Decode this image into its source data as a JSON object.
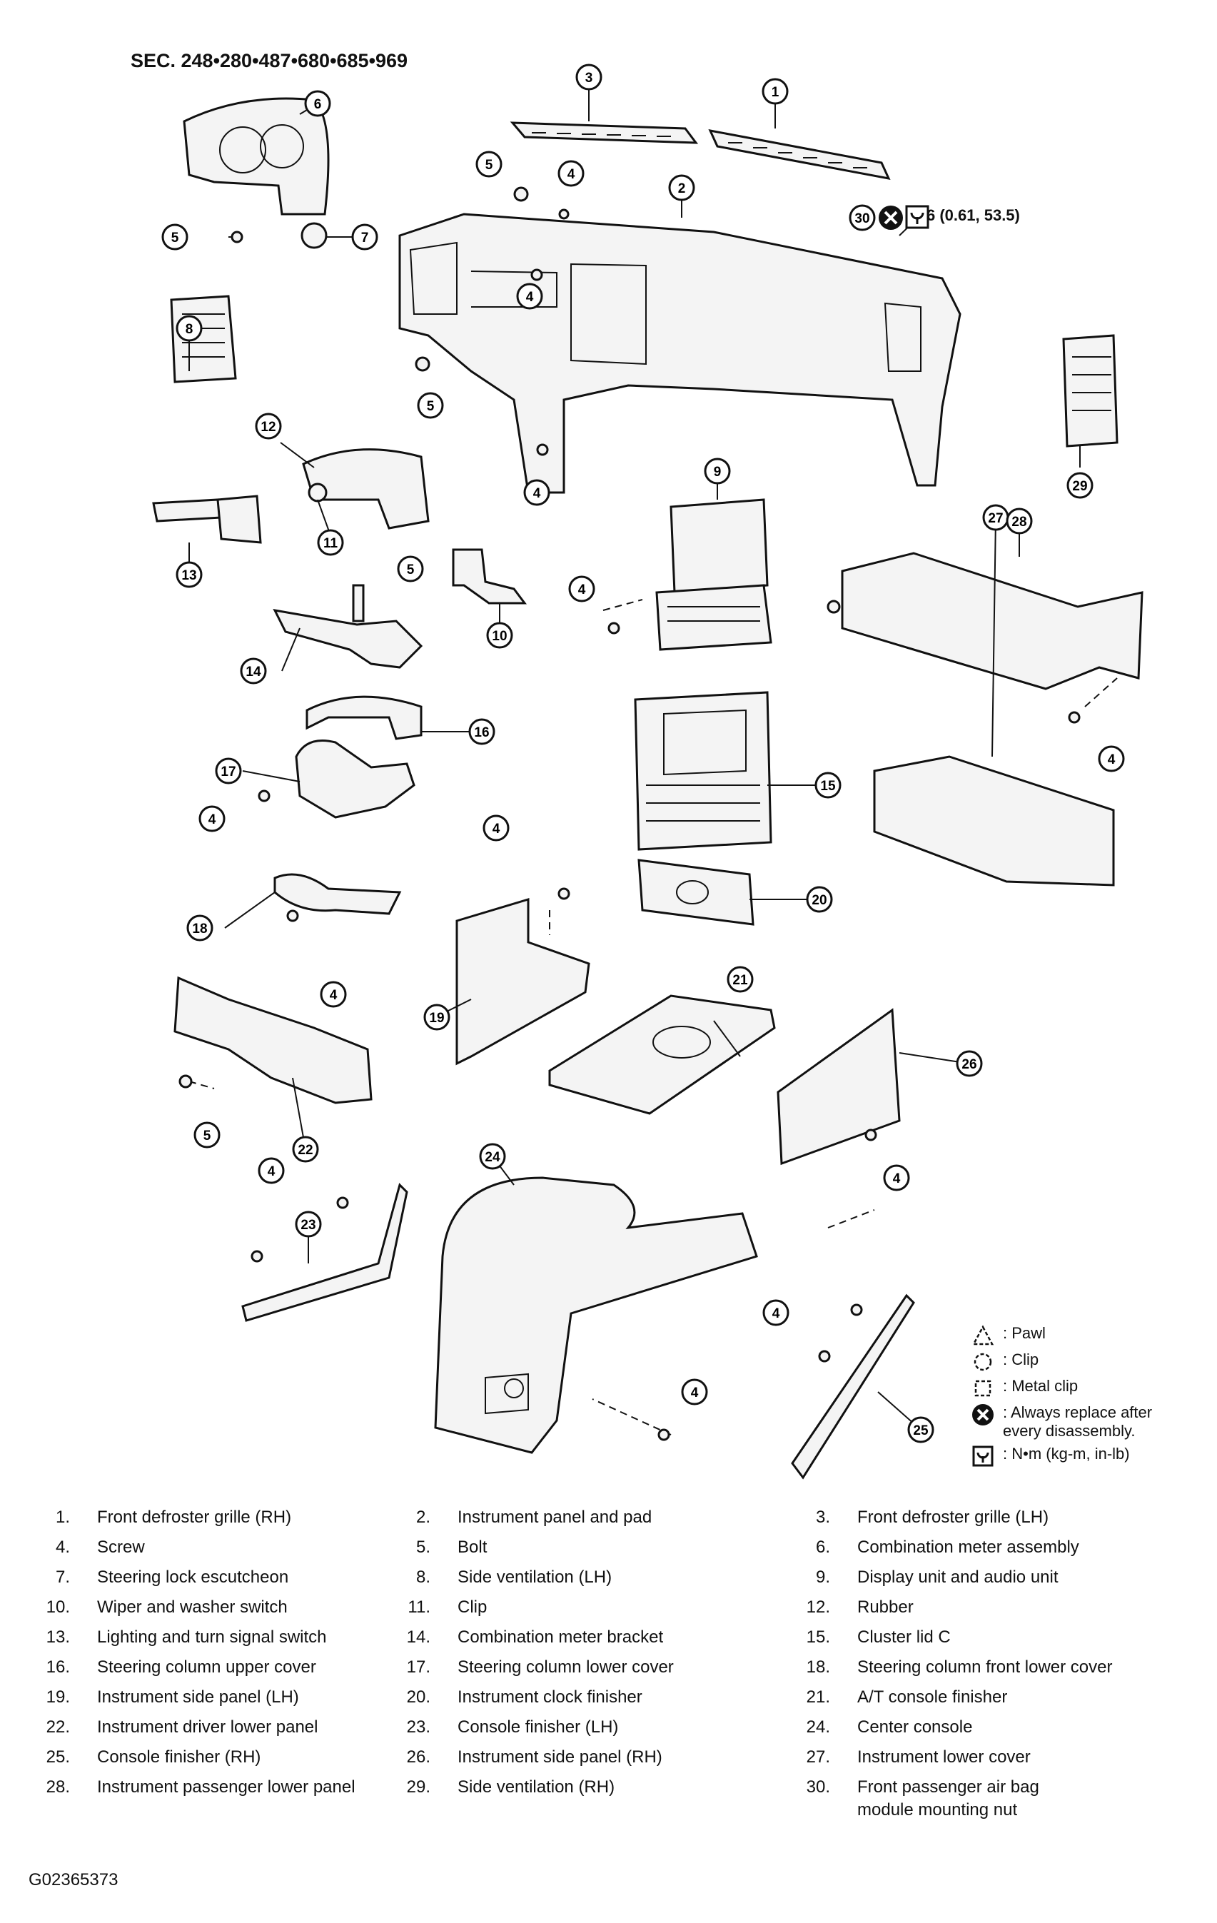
{
  "section_title": "SEC. 248•280•487•680•685•969",
  "torque_spec": "6 (0.61, 53.5)",
  "figure_id": "G02365373",
  "legend": [
    {
      "icon": "pawl-triangle-icon",
      "text": ": Pawl"
    },
    {
      "icon": "clip-circle-icon",
      "text": ": Clip"
    },
    {
      "icon": "metal-clip-square-icon",
      "text": ": Metal clip"
    },
    {
      "icon": "always-replace-icon",
      "text": ": Always replace after every disassembly."
    },
    {
      "icon": "torque-icon",
      "text": ": N•m (kg-m, in-lb)"
    }
  ],
  "callouts": [
    "1",
    "2",
    "3",
    "4",
    "5",
    "6",
    "7",
    "8",
    "9",
    "10",
    "11",
    "12",
    "13",
    "14",
    "15",
    "16",
    "17",
    "18",
    "19",
    "20",
    "21",
    "22",
    "23",
    "24",
    "25",
    "26",
    "27",
    "28",
    "29",
    "30"
  ],
  "parts": [
    {
      "num": "1.",
      "name": "Front defroster grille (RH)"
    },
    {
      "num": "2.",
      "name": "Instrument panel and pad"
    },
    {
      "num": "3.",
      "name": "Front defroster grille (LH)"
    },
    {
      "num": "4.",
      "name": "Screw"
    },
    {
      "num": "5.",
      "name": "Bolt"
    },
    {
      "num": "6.",
      "name": "Combination meter assembly"
    },
    {
      "num": "7.",
      "name": "Steering lock escutcheon"
    },
    {
      "num": "8.",
      "name": "Side ventilation (LH)"
    },
    {
      "num": "9.",
      "name": "Display unit and audio unit"
    },
    {
      "num": "10.",
      "name": "Wiper and washer switch"
    },
    {
      "num": "11.",
      "name": "Clip"
    },
    {
      "num": "12.",
      "name": "Rubber"
    },
    {
      "num": "13.",
      "name": "Lighting and turn signal switch"
    },
    {
      "num": "14.",
      "name": "Combination meter bracket"
    },
    {
      "num": "15.",
      "name": "Cluster lid C"
    },
    {
      "num": "16.",
      "name": "Steering column upper cover"
    },
    {
      "num": "17.",
      "name": "Steering column lower cover"
    },
    {
      "num": "18.",
      "name": "Steering column front lower cover"
    },
    {
      "num": "19.",
      "name": "Instrument side panel (LH)"
    },
    {
      "num": "20.",
      "name": "Instrument clock finisher"
    },
    {
      "num": "21.",
      "name": "A/T console finisher"
    },
    {
      "num": "22.",
      "name": "Instrument driver lower panel"
    },
    {
      "num": "23.",
      "name": "Console finisher (LH)"
    },
    {
      "num": "24.",
      "name": "Center console"
    },
    {
      "num": "25.",
      "name": "Console finisher (RH)"
    },
    {
      "num": "26.",
      "name": "Instrument side panel (RH)"
    },
    {
      "num": "27.",
      "name": "Instrument lower cover"
    },
    {
      "num": "28.",
      "name": "Instrument passenger lower panel"
    },
    {
      "num": "29.",
      "name": "Side ventilation (RH)"
    },
    {
      "num": "30.",
      "name": "Front passenger air bag module mounting nut"
    }
  ]
}
